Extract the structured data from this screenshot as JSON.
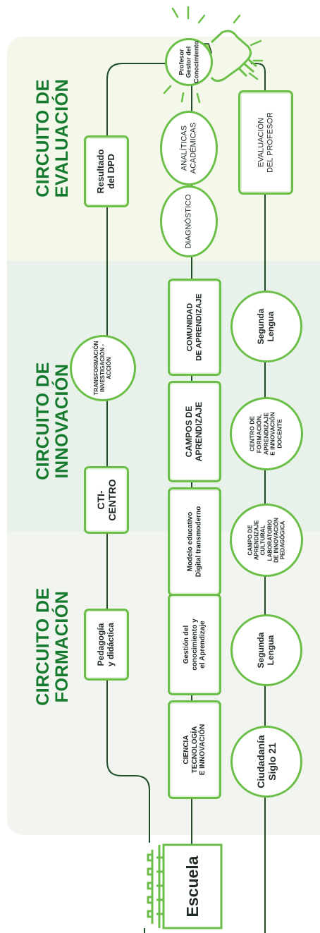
{
  "colors": {
    "accent": "#6bbf48",
    "heading": "#167a2e",
    "line": "#1e4d28"
  },
  "sections": {
    "evaluacion": "CIRCUITO DE\nEVALUACIÓN",
    "innovacion": "CIRCUITO DE\nINNOVACIÓN",
    "formacion": "CIRCUITO DE\nFORMACIÓN"
  },
  "school": "Escuela",
  "professor": "Profesor\nGestor del\nConocimiento",
  "icons": {
    "school": "school-building-icon",
    "bulb": "lightbulb-icon",
    "head": "head-network-icon"
  },
  "top_line": {
    "resultado": "Resultado\ndel DPD",
    "transformacion": "TRANSFORMACIÓN\nINVESTIGACIÓN -\nACCIÓN",
    "cti": "CTI-\nCENTRO",
    "pedagogia": "Pedagogía\ny didáctica"
  },
  "middle_line": {
    "analiticas": "ANALÍTICAS\nACADÉMICAS",
    "diagnostico": "DIAGNÓSTICO",
    "comunidad": "COMUNIDAD\nDE APRENDIZAJE",
    "campos": "CAMPOS DE\nAPRENDIZAJE",
    "modelo": "Modelo educativo\nDigital transmoderno",
    "gestion": "Gestión del\nconocimiento y\nel Aprendizaje",
    "ciencia": "CIENCIA\nTECNOLOGÍA\nE INNOVACIÓN"
  },
  "bottom_line": {
    "evaluacion_profesor": "EVALUACIÓN\nDEL PROFESOR",
    "segunda_lengua_1": "Segunda\nLengua",
    "centro_formacion": "CENTRO DE\nFORMACIÓN,\nAPRENDIZAJE\nE INNOVACIÓN\nDOCENTE",
    "campo_aprendizaje": "CAMPO DE\nAPRENDIZAJE\nCULTURAL\nLABORATORIO\nDE INNOVACIÓN\nPEDAGÓGICA",
    "segunda_lengua_2": "Segunda\nLengua",
    "ciudadania": "Ciudadanía\nSiglo 21"
  }
}
